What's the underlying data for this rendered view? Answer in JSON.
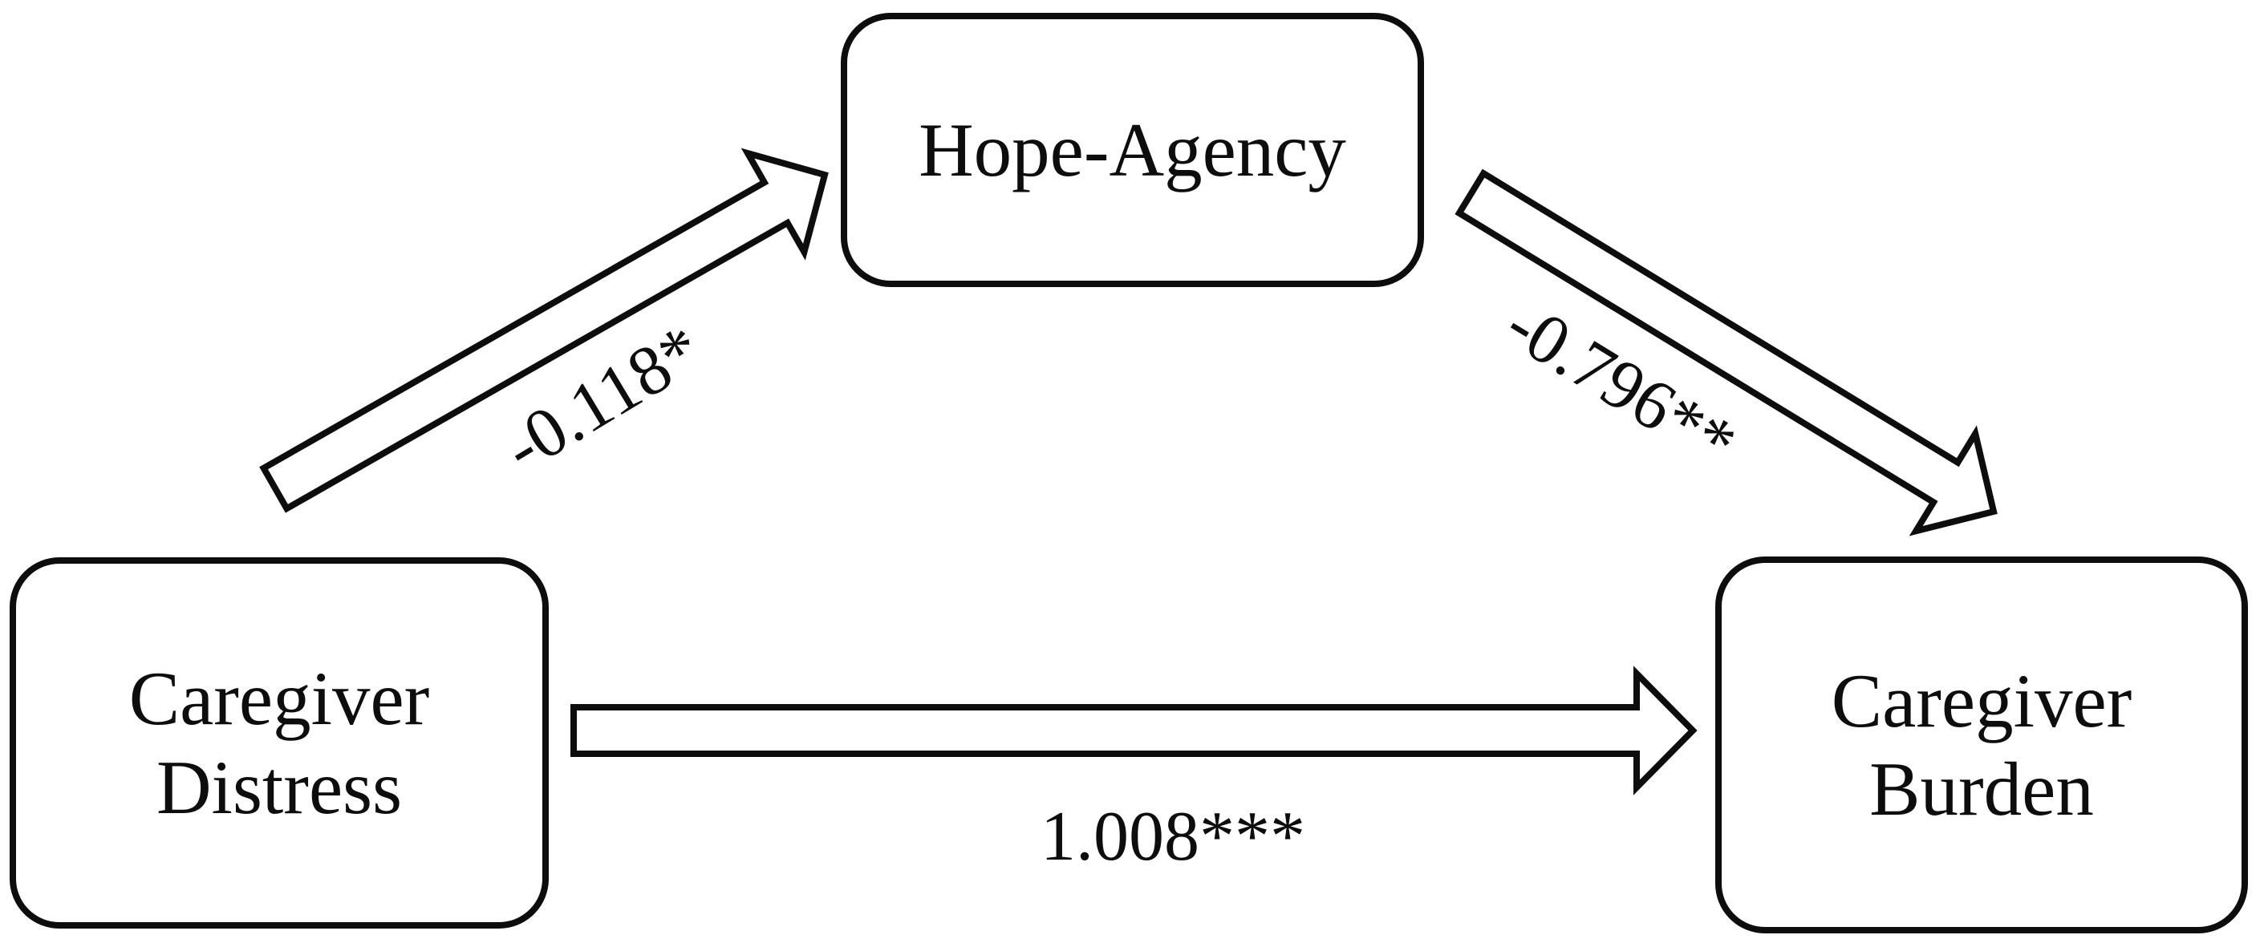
{
  "figure": {
    "type": "mediation-path-diagram",
    "background_color": "#ffffff",
    "line_color": "#000000"
  },
  "nodes": {
    "hope_agency": {
      "label": "Hope-Agency"
    },
    "caregiver_distress": {
      "line1": "Caregiver",
      "line2": "Distress"
    },
    "caregiver_burden": {
      "line1": "Caregiver",
      "line2": "Burden"
    }
  },
  "edges": {
    "distress_to_hope": {
      "from": "Caregiver Distress",
      "to": "Hope-Agency",
      "label": "-0.118*"
    },
    "hope_to_burden": {
      "from": "Hope-Agency",
      "to": "Caregiver Burden",
      "label": "-0.796**"
    },
    "distress_to_burden": {
      "from": "Caregiver Distress",
      "to": "Caregiver Burden",
      "label": "1.008***"
    }
  }
}
